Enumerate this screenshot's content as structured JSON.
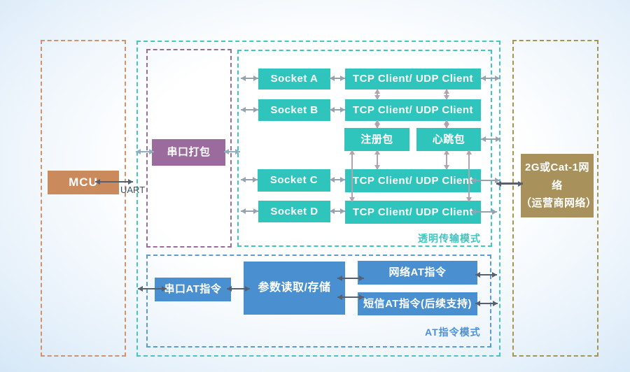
{
  "diagram": {
    "nodes": {
      "mcu": "MCU",
      "uart": "UART",
      "serial_pack": "串口打包",
      "socket_a": "Socket A",
      "socket_b": "Socket B",
      "socket_c": "Socket C",
      "socket_d": "Socket D",
      "tcp_client": "TCP Client/ UDP Client",
      "register_packet": "注册包",
      "heartbeat_packet": "心跳包",
      "cellular_line1": "2G或Cat-1网络",
      "cellular_line2": "（运营商网络）",
      "serial_at": "串口AT指令",
      "param_storage": "参数读取/存储",
      "network_at": "网络AT指令",
      "sms_at": "短信AT指令(后续支持)"
    },
    "mode_labels": {
      "transparent": "透明传输模式",
      "at": "AT指令模式"
    },
    "colors": {
      "teal_box": "#2fc5bd",
      "blue_box": "#4a90d0",
      "purple_box": "#9c6b9e",
      "orange_box": "#ca8a5c",
      "gold_box": "#a8915a",
      "teal_dash": "#40c7c0",
      "purple_dash": "#9d6c9d",
      "orange_dash": "#d2936c",
      "blue_dash": "#5b9bd8",
      "gold_dash": "#a6954f",
      "arrow_gray": "#97a2b0",
      "arrow_dark": "#566070",
      "mode_label_teal": "#3cc5c1",
      "mode_label_blue": "#4a90d9"
    }
  }
}
